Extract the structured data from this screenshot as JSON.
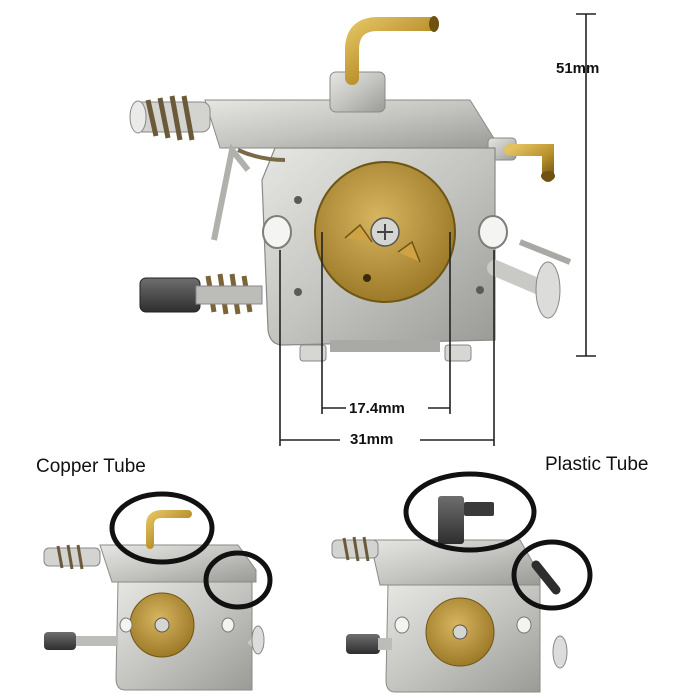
{
  "dimensions": {
    "height": "51mm",
    "inner_width": "17.4mm",
    "outer_width": "31mm"
  },
  "variants": {
    "left_label": "Copper Tube",
    "right_label": "Plastic Tube"
  },
  "colors": {
    "background": "#ffffff",
    "body_metal": "#c9c9c6",
    "brass": "#b8902c",
    "dim_line": "#222222",
    "highlight_ring": "#111111"
  }
}
